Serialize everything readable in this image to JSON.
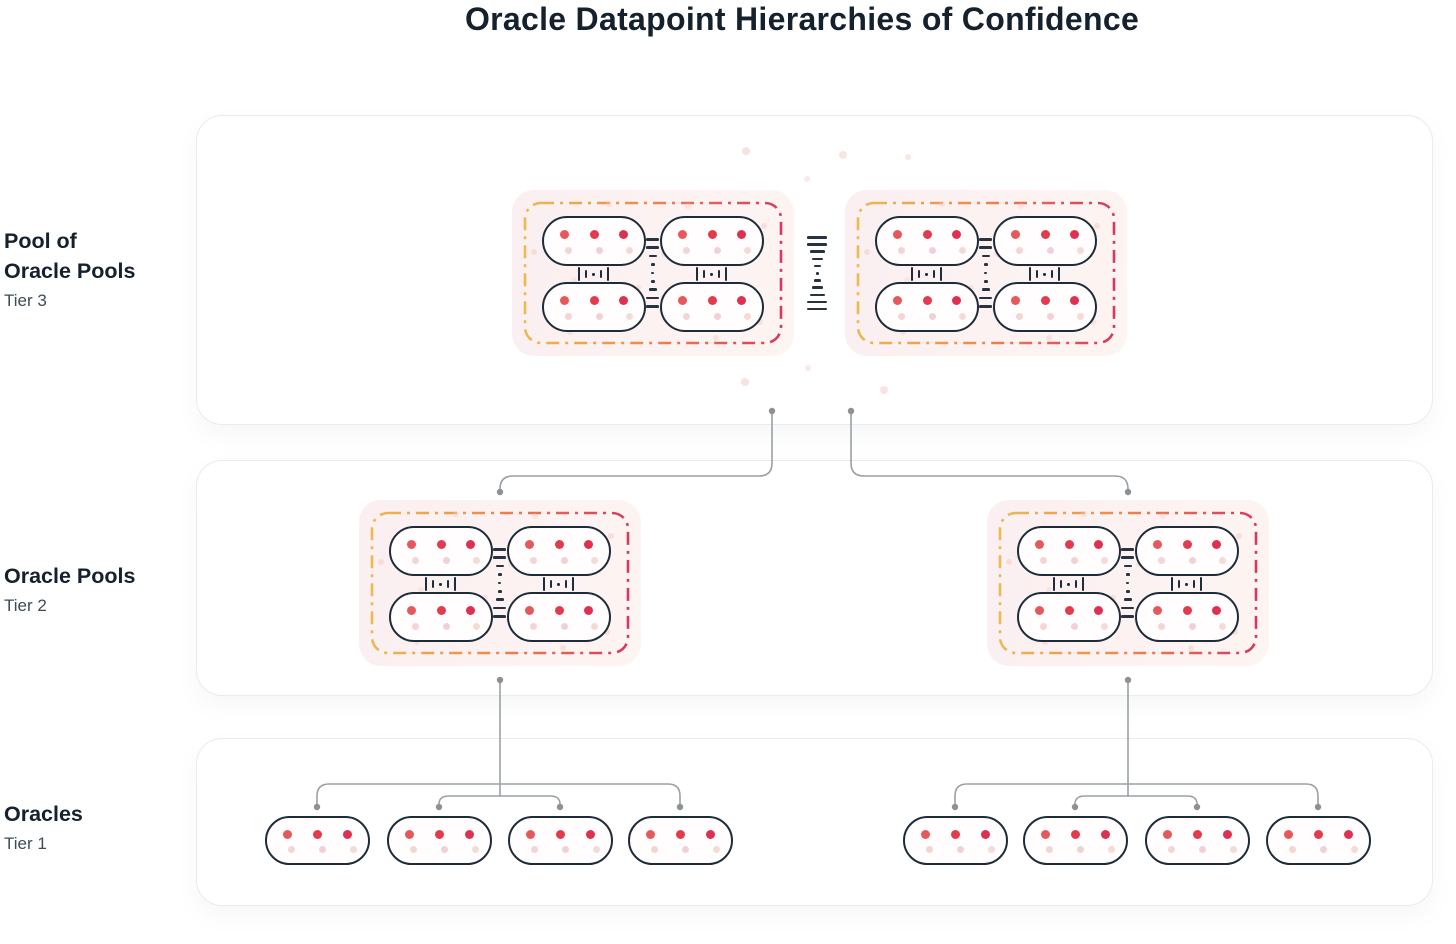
{
  "title": "Oracle Datapoint Hierarchies of Confidence",
  "tiers": [
    {
      "name_line1": "Pool of",
      "name_line2": "Oracle Pools",
      "tier_label": "Tier 3",
      "pool_groups": 2
    },
    {
      "name_line1": "Oracle Pools",
      "tier_label": "Tier 2",
      "pool_groups": 2
    },
    {
      "name_line1": "Oracles",
      "tier_label": "Tier 1",
      "oracle_clusters": 2,
      "oracles_per_cluster": 4
    }
  ],
  "pool_group": {
    "oracle_pills": 4,
    "active_dots_per_pill": 3,
    "faded_dots_per_pill": 3
  },
  "icons": {
    "between_stacked_pills": "measure-ruler-icon",
    "between_pill_columns": "vertical-dash-divider-icon",
    "between_pool_groups": "hourglass-dash-divider-icon",
    "connector_endpoints": "connector-node-dot"
  },
  "colors": {
    "heading": "#15212d",
    "tier_text": "#3d4c59",
    "pill_border": "#1e2c39",
    "active_dots": [
      "#e5585c",
      "#e23b4d",
      "#dc3150"
    ],
    "faded_dots": [
      "#f1d2cf",
      "#eecdd1",
      "#f3d8d2"
    ],
    "group_background": "#fbf1f1",
    "group_border_gradient": [
      "#e9bb51",
      "#ee8c4c",
      "#d6395e"
    ],
    "connector": "#9aa0a4",
    "panel_border": "#ebebeb",
    "sparkle": "#f3c9c3"
  }
}
